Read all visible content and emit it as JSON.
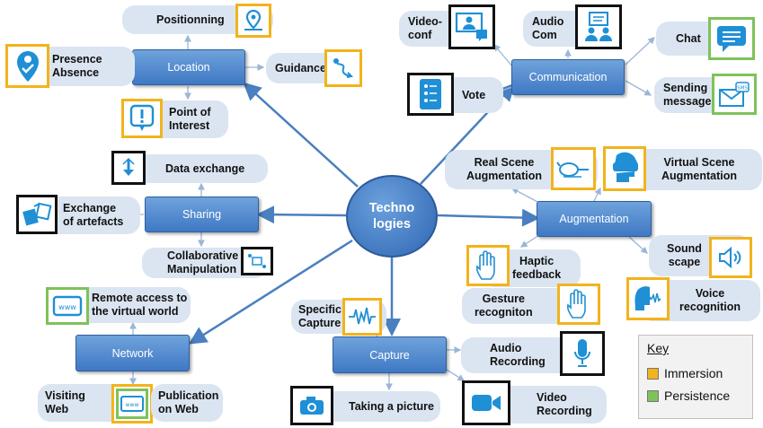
{
  "center": {
    "line1": "Techno",
    "line2": "logies"
  },
  "categories": {
    "location": "Location",
    "sharing": "Sharing",
    "network": "Network",
    "capture": "Capture",
    "augmentation": "Augmentation",
    "communication": "Communication"
  },
  "location": {
    "positionning": "Positionning",
    "presence_absence": [
      "Presence",
      "Absence"
    ],
    "guidance": "Guidance",
    "point_of_interest": [
      "Point of",
      "Interest"
    ]
  },
  "sharing": {
    "data_exchange": "Data exchange",
    "exchange_of_artefacts": [
      "Exchange",
      "of artefacts"
    ],
    "collaborative_manipulation": [
      "Collaborative",
      "Manipulation"
    ]
  },
  "network": {
    "remote_access": [
      "Remote access to",
      "the virtual world"
    ],
    "visiting_web": [
      "Visiting",
      "Web"
    ],
    "publication_on_web": [
      "Publication",
      "on Web"
    ]
  },
  "capture": {
    "specific_capture": [
      "Specific",
      "Capture"
    ],
    "taking_a_picture": "Taking a picture",
    "audio_recording": [
      "Audio",
      "Recording"
    ],
    "video_recording": [
      "Video",
      "Recording"
    ]
  },
  "augmentation": {
    "real_scene": [
      "Real Scene",
      "Augmentation"
    ],
    "virtual_scene": [
      "Virtual Scene",
      "Augmentation"
    ],
    "sound_scape": [
      "Sound",
      "scape"
    ],
    "voice_recognition": [
      "Voice",
      "recognition"
    ],
    "haptic_feedback": [
      "Haptic",
      "feedback"
    ],
    "gesture_recognition": [
      "Gesture",
      "recogniton"
    ]
  },
  "communication": {
    "video_conf": [
      "Video-",
      "conf"
    ],
    "audio_com": [
      "Audio",
      "Com"
    ],
    "chat": "Chat",
    "vote": "Vote",
    "sending_messages": [
      "Sending",
      "messages"
    ]
  },
  "key": {
    "title": "Key",
    "items": [
      {
        "label": "Immersion",
        "color": "#f2b31c"
      },
      {
        "label": "Persistence",
        "color": "#7ec25a"
      }
    ]
  },
  "colors": {
    "icon_blue": "#1f8fd6",
    "category_blue": "#4a86d0",
    "arrow": "#4a7fc0",
    "pill": "#dbe5f1"
  }
}
